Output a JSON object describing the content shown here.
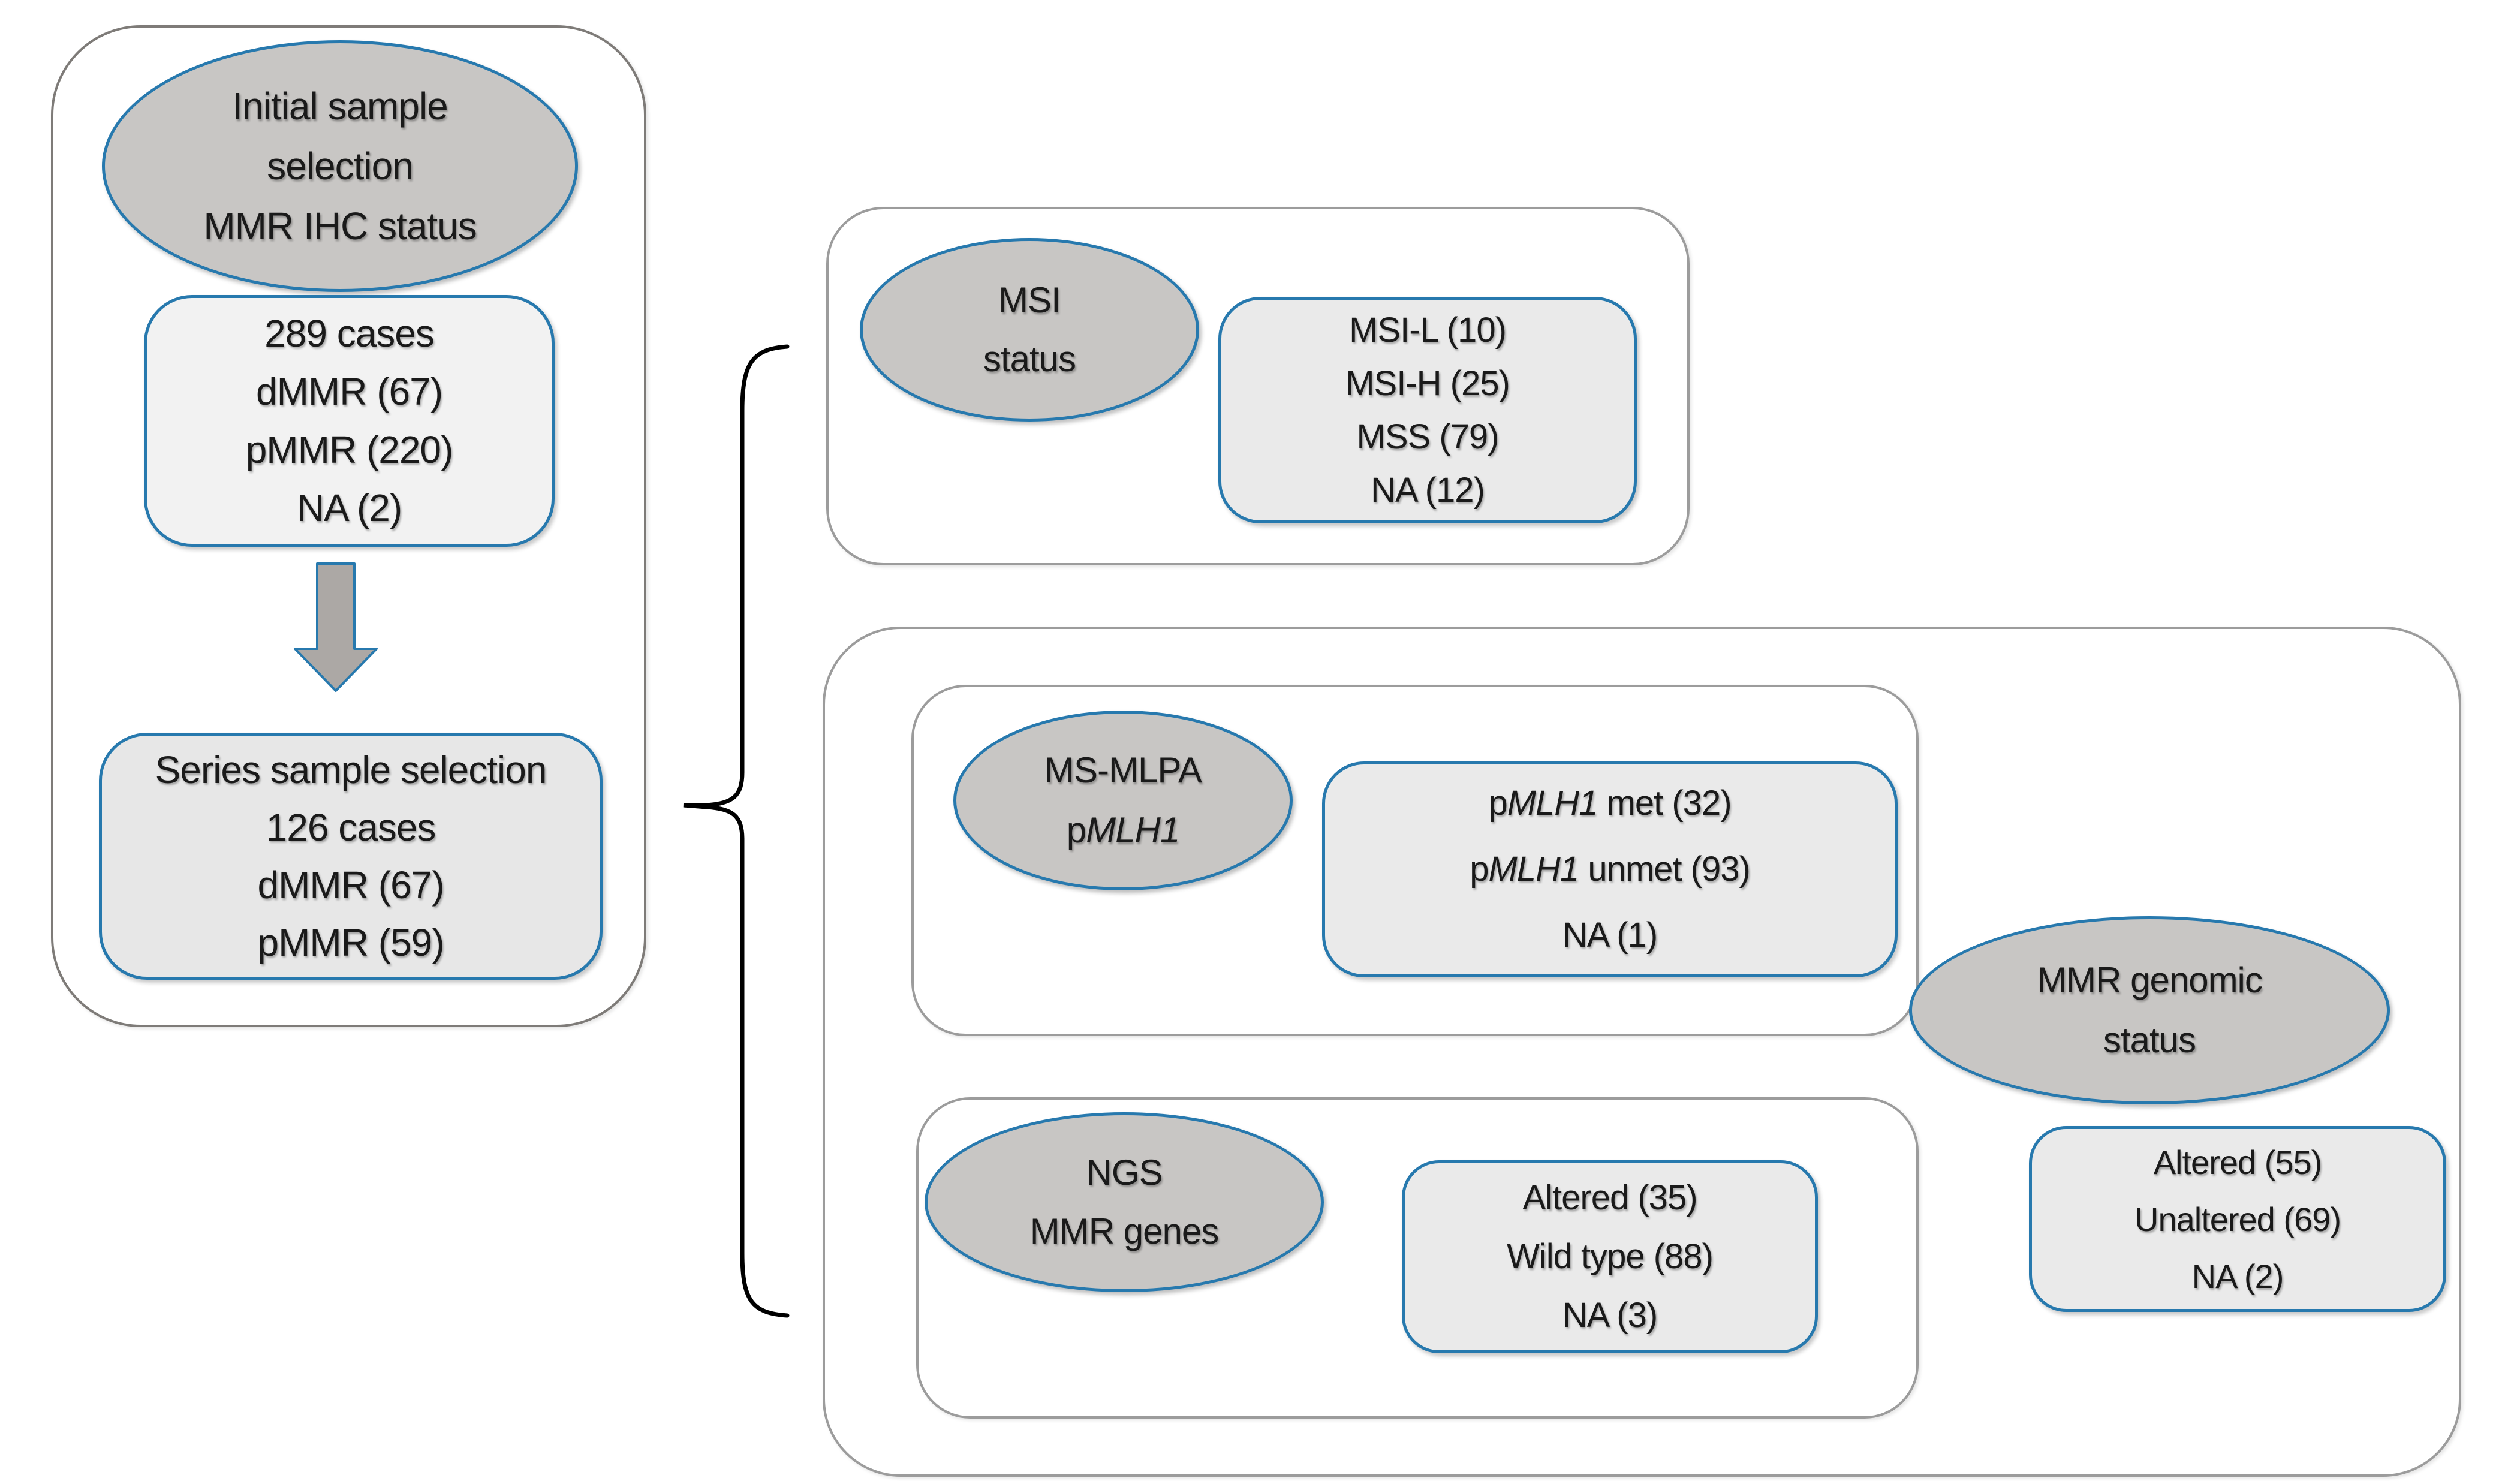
{
  "left": {
    "ihc_ellipse": {
      "line1": "Initial sample",
      "line2": "selection",
      "line3": "MMR IHC status"
    },
    "initial_box": {
      "lines": [
        "289 cases",
        "dMMR (67)",
        "pMMR (220)",
        "NA (2)"
      ]
    },
    "series_box": {
      "lines": [
        "Series sample selection",
        "126 cases",
        "dMMR (67)",
        "pMMR (59)"
      ]
    }
  },
  "msi": {
    "ellipse": {
      "line1": "MSI",
      "line2": "status"
    },
    "box": {
      "lines": [
        "MSI-L (10)",
        "MSI-H (25)",
        "MSS (79)",
        "NA (12)"
      ]
    }
  },
  "mlpa": {
    "ellipse": {
      "line1": "MS-MLPA",
      "line2_prefix": "p",
      "line2_italic": "MLH1"
    },
    "box": {
      "line1_prefix": "p",
      "line1_italic": "MLH1",
      "line1_suffix": " met (32)",
      "line2_prefix": "p",
      "line2_italic": "MLH1",
      "line2_suffix": " unmet (93)",
      "line3": "NA (1)"
    }
  },
  "ngs": {
    "ellipse": {
      "line1": "NGS",
      "line2": "MMR genes"
    },
    "box": {
      "lines": [
        "Altered (35)",
        "Wild type (88)",
        "NA (3)"
      ]
    }
  },
  "genomic": {
    "ellipse": {
      "line1": "MMR genomic",
      "line2": "status"
    },
    "box": {
      "lines": [
        "Altered (55)",
        "Unaltered (69)",
        "NA (2)"
      ]
    }
  },
  "colors": {
    "ellipse_fill": "#C8C6C4",
    "blue_stroke": "#2779AE",
    "box_fill_light": "#F2F2F2",
    "box_fill_series": "#E7E7E7",
    "box_fill_mid": "#EAEAEA",
    "container_stroke": "#7E7B78",
    "inner_container_stroke": "#9C9C9C",
    "arrow_fill": "#ACA8A5",
    "text": "#1A1A1A",
    "brace_stroke": "#000000"
  }
}
